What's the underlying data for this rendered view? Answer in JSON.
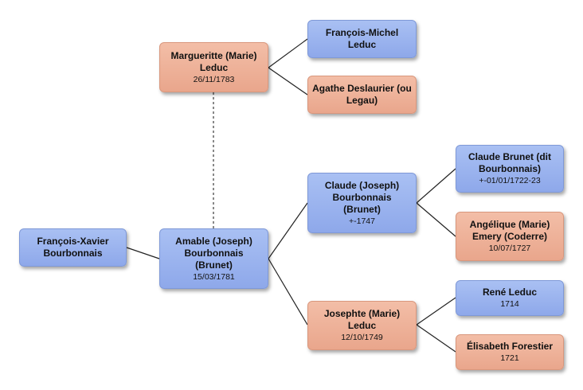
{
  "people": {
    "francois_xavier": {
      "name": "François-Xavier Bourbonnais",
      "date": ""
    },
    "amable": {
      "name": "Amable (Joseph) Bourbonnais (Brunet)",
      "date": "15/03/1781"
    },
    "margueritte": {
      "name": "Margueritte (Marie) Leduc",
      "date": "26/11/1783"
    },
    "francois_michel": {
      "name": "François-Michel Leduc",
      "date": ""
    },
    "agathe": {
      "name": "Agathe Deslaurier (ou Legau)",
      "date": ""
    },
    "claude_joseph": {
      "name": "Claude (Joseph) Bourbonnais (Brunet)",
      "date": "+-1747"
    },
    "josephte": {
      "name": "Josephte (Marie) Leduc",
      "date": "12/10/1749"
    },
    "claude_brunet": {
      "name": "Claude Brunet (dit Bourbonnais)",
      "date": "+-01/01/1722-23"
    },
    "angelique": {
      "name": "Angélique (Marie) Emery (Coderre)",
      "date": "10/07/1727"
    },
    "rene": {
      "name": "René Leduc",
      "date": "1714"
    },
    "elisabeth": {
      "name": "Élisabeth Forestier",
      "date": "1721"
    }
  },
  "colors": {
    "male": "#9fb5f0",
    "female": "#f0b59b",
    "connector": "#222222",
    "spouse_link": "#555555"
  }
}
